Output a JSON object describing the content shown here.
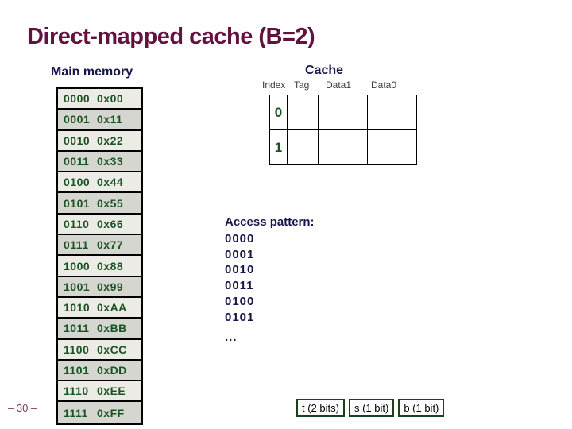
{
  "slide": {
    "title": "Direct-mapped cache (B=2)",
    "page_number": "– 30 –"
  },
  "main_memory": {
    "heading": "Main memory",
    "rows": [
      {
        "address": "0000",
        "value": "0x00"
      },
      {
        "address": "0001",
        "value": "0x11"
      },
      {
        "address": "0010",
        "value": "0x22"
      },
      {
        "address": "0011",
        "value": "0x33"
      },
      {
        "address": "0100",
        "value": "0x44"
      },
      {
        "address": "0101",
        "value": "0x55"
      },
      {
        "address": "0110",
        "value": "0x66"
      },
      {
        "address": "0111",
        "value": "0x77"
      },
      {
        "address": "1000",
        "value": "0x88"
      },
      {
        "address": "1001",
        "value": "0x99"
      },
      {
        "address": "1010",
        "value": "0xAA"
      },
      {
        "address": "1011",
        "value": "0xBB"
      },
      {
        "address": "1100",
        "value": "0xCC"
      },
      {
        "address": "1101",
        "value": "0xDD"
      },
      {
        "address": "1110",
        "value": "0xEE"
      },
      {
        "address": "1111",
        "value": "0xFF"
      }
    ]
  },
  "cache": {
    "heading": "Cache",
    "columns": [
      "Index",
      "Tag",
      "Data1",
      "Data0"
    ],
    "rows": [
      {
        "index": "0",
        "tag": "",
        "data1": "",
        "data0": ""
      },
      {
        "index": "1",
        "tag": "",
        "data1": "",
        "data0": ""
      }
    ]
  },
  "access_pattern": {
    "heading": "Access pattern:",
    "addresses": [
      "0000",
      "0001",
      "0010",
      "0011",
      "0100",
      "0101"
    ],
    "ellipsis": "..."
  },
  "address_fields": [
    {
      "label": "t (2 bits)"
    },
    {
      "label": "s (1 bit)"
    },
    {
      "label": "b (1 bit)"
    }
  ],
  "colors": {
    "title": "#641140",
    "heading": "#17174c",
    "memory_text": "#1b5424",
    "row_light": "#ecebe6",
    "row_dark": "#d6d6d1",
    "field_border": "#1b411b",
    "page_number": "#7b3a60"
  }
}
